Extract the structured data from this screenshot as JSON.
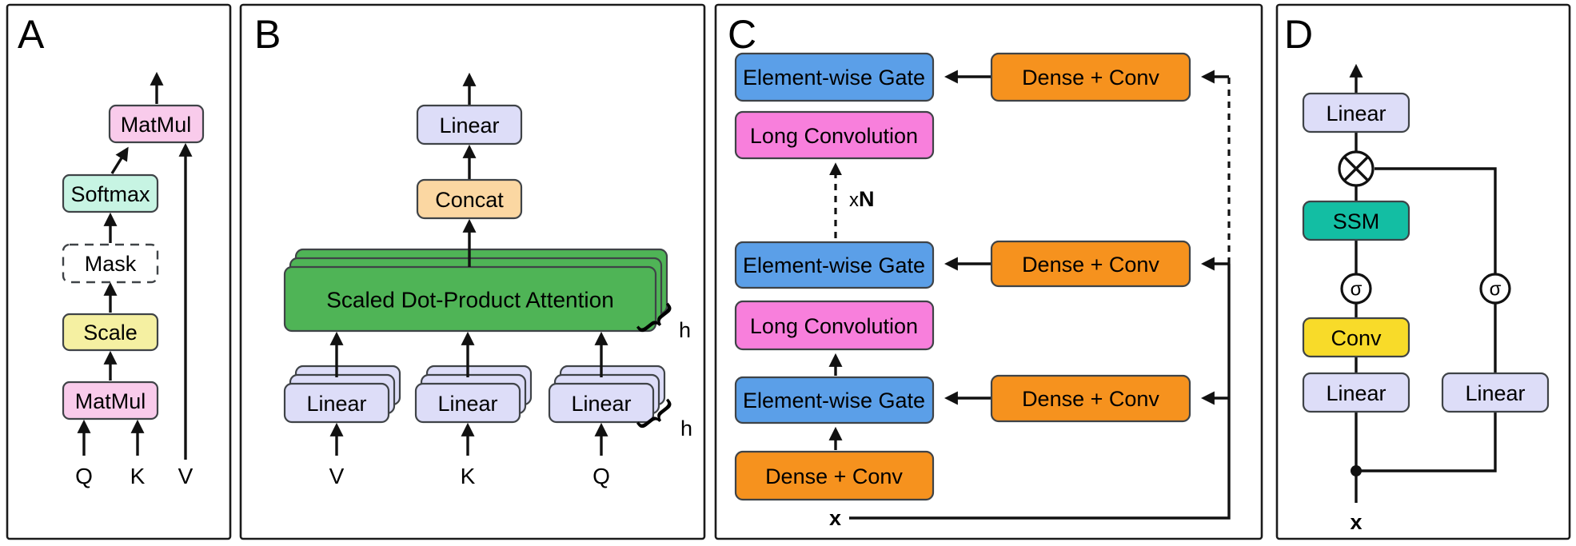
{
  "colors": {
    "pink": "#F9CBEB",
    "mint": "#C7F4E3",
    "pale_yellow": "#F5F0A2",
    "white": "#FFFFFF",
    "lavender": "#DDDDF8",
    "peach": "#FBD7A2",
    "green": "#4FB456",
    "blue": "#5B9FE8",
    "magenta": "#F87FDC",
    "orange": "#F6921E",
    "teal": "#13BEA3",
    "yellow": "#F8DB29"
  },
  "panel_a": {
    "label": "A",
    "matmul_top": "MatMul",
    "softmax": "Softmax",
    "mask": "Mask",
    "scale": "Scale",
    "matmul_bottom": "MatMul",
    "input_q": "Q",
    "input_k": "K",
    "input_v": "V"
  },
  "panel_b": {
    "label": "B",
    "linear_out": "Linear",
    "concat": "Concat",
    "attention": "Scaled Dot-Product Attention",
    "linear": "Linear",
    "input_v": "V",
    "input_k": "K",
    "input_q": "Q",
    "heads": "h",
    "brace": "}"
  },
  "panel_c": {
    "label": "C",
    "gate": "Element-wise Gate",
    "long_conv": "Long Convolution",
    "dense_conv": "Dense + Conv",
    "repeat_prefix": "x",
    "repeat_count": "N",
    "input": "x"
  },
  "panel_d": {
    "label": "D",
    "linear": "Linear",
    "ssm": "SSM",
    "conv": "Conv",
    "sigma": "σ",
    "input": "x"
  }
}
